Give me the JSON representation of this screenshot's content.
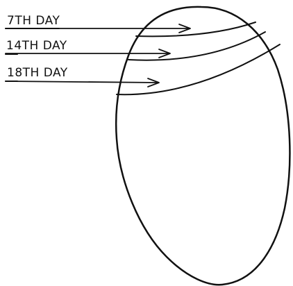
{
  "labels": [
    "7TH DAY",
    "14TH DAY",
    "18TH DAY"
  ],
  "colors": {
    "ink": "#111111",
    "background": "#ffffff"
  }
}
